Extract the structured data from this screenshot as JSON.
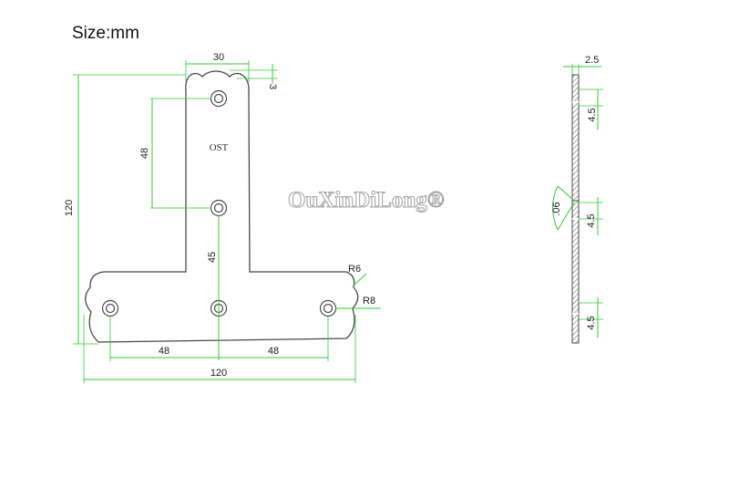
{
  "title": "Size:mm",
  "part_label": "OST",
  "watermark": "OuXinDiLong®",
  "front_view": {
    "dims": {
      "top_width": "30",
      "top_offset": "3",
      "vertical_spacing": "48",
      "stem_to_bar": "45",
      "total_height": "120",
      "corner_radius": "R6",
      "end_radius": "R8",
      "left_spacing": "48",
      "right_spacing": "48",
      "total_width": "120"
    }
  },
  "side_view": {
    "dims": {
      "thickness": "2.5",
      "hole_top": "4.5",
      "hole_middle": "4.5",
      "hole_bottom": "4.5",
      "bend": ".06"
    }
  },
  "colors": {
    "dimension": "#33cc33",
    "outline": "#4a4a4a",
    "text": "#222222"
  }
}
